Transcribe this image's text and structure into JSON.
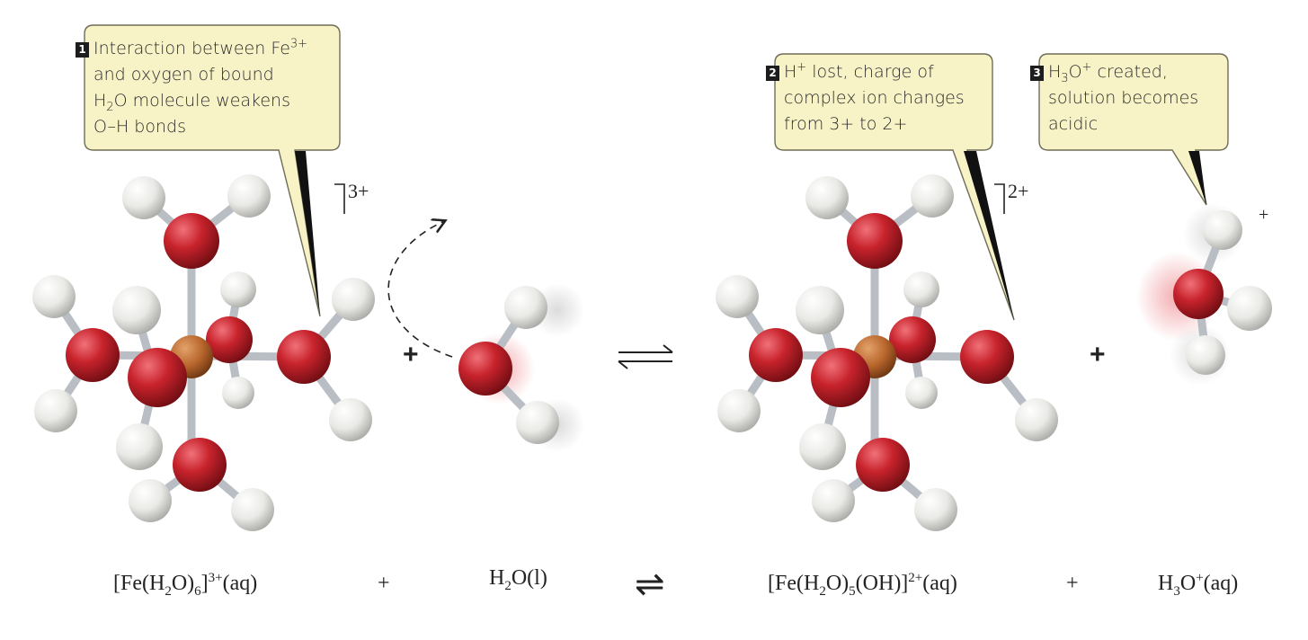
{
  "callouts": [
    {
      "num": "1",
      "lines": [
        "Interaction between Fe",
        "3+",
        "and oxygen of bound",
        "H",
        "2",
        "O molecule weakens",
        "O–H bonds"
      ]
    },
    {
      "num": "2",
      "lines": [
        "H",
        "+",
        " lost, charge of",
        "complex ion changes",
        "from 3+ to 2+"
      ]
    },
    {
      "num": "3",
      "lines": [
        "H",
        "3",
        "O",
        "+",
        " created,",
        "solution becomes",
        "acidic"
      ]
    }
  ],
  "charges": {
    "left_complex": "3+",
    "right_complex": "2+",
    "hydronium": "+"
  },
  "molecule_plus_signs": [
    "+",
    "+"
  ],
  "equation": {
    "reactant1": {
      "a": "[Fe(H",
      "b": "2",
      "c": "O)",
      "d": "6",
      "e": "]",
      "f": "3+",
      "g": "(aq)"
    },
    "plus1": "+",
    "reactant2": {
      "a": "H",
      "b": "2",
      "c": "O(l)"
    },
    "arrow": "⇌",
    "product1": {
      "a": "[Fe(H",
      "b": "2",
      "c": "O)",
      "d": "5",
      "e": "(OH)]",
      "f": "2+",
      "g": "(aq)"
    },
    "plus2": "+",
    "product2": {
      "a": "H",
      "b": "3",
      "c": "O",
      "d": "+",
      "e": "(aq)"
    }
  },
  "atoms": {
    "oxygen": "oxygen-atom",
    "hydrogen": "hydrogen-atom",
    "iron": "iron-atom"
  },
  "colors": {
    "oxygen": "#c8232c",
    "hydrogen": "#e9e9e6",
    "iron": "#b8662c",
    "bond": "#b9bec4",
    "callout_bg": "#f7f3c7",
    "callout_border": "#6f6d57"
  }
}
